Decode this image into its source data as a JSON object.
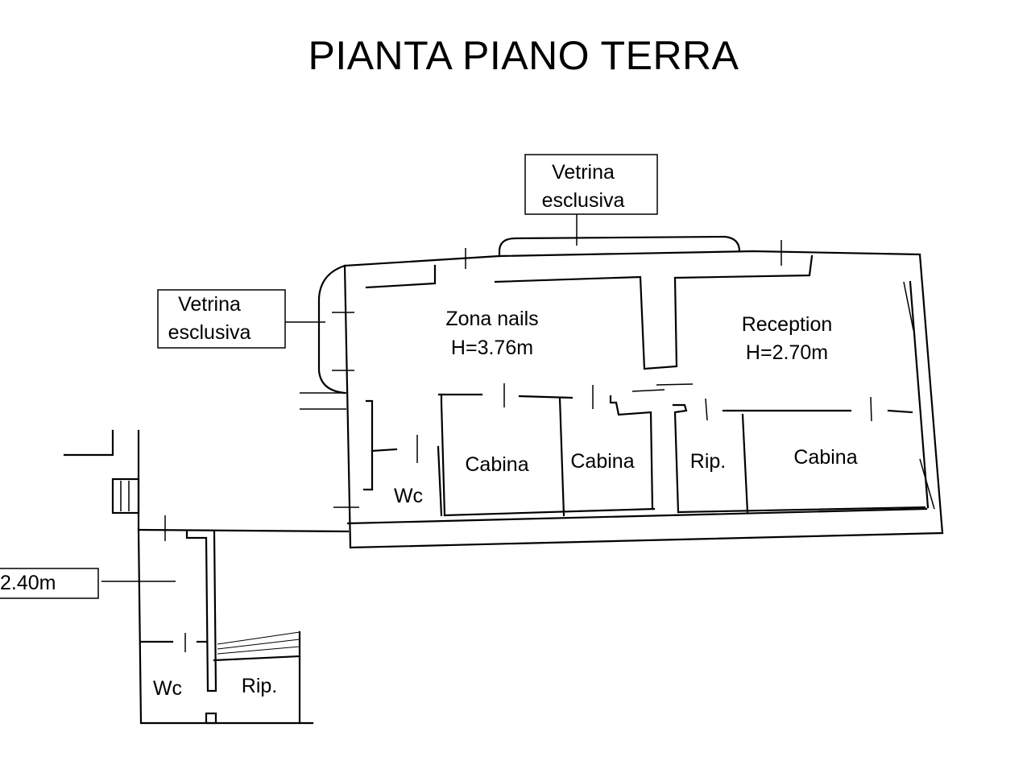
{
  "title": "PIANTA PIANO TERRA",
  "labels": {
    "vetrina_top_line1": "Vetrina",
    "vetrina_top_line2": "esclusiva",
    "vetrina_left_line1": "Vetrina",
    "vetrina_left_line2": "esclusiva",
    "zona_nails": "Zona nails",
    "zona_nails_height": "H=3.76m",
    "reception": "Reception",
    "reception_height": "H=2.70m",
    "cabina_1": "Cabina",
    "cabina_2": "Cabina",
    "cabina_3": "Cabina",
    "rip_upper": "Rip.",
    "wc_upper": "Wc",
    "side_height": "2.40m",
    "wc_lower": "Wc",
    "rip_lower": "Rip."
  }
}
